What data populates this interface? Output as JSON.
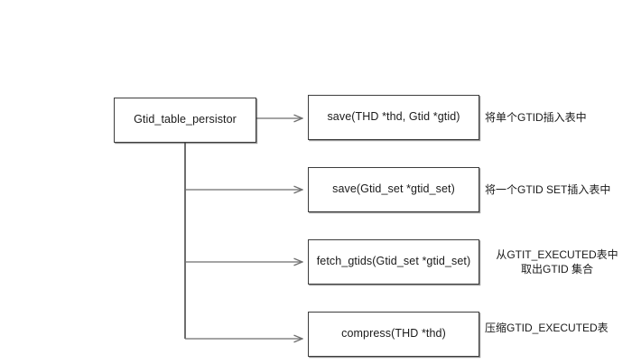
{
  "diagram": {
    "title_present": false,
    "background_color": "#ffffff",
    "edge_color": "#6e6e6e",
    "box_border_color": "#3d3d3d",
    "text_color": "#1a1a1a",
    "root": {
      "label": "Gtid_table_persistor"
    },
    "methods": [
      {
        "label": "save(THD *thd, Gtid *gtid)"
      },
      {
        "label": "save(Gtid_set *gtid_set)"
      },
      {
        "label": "fetch_gtids(Gtid_set *gtid_set)"
      },
      {
        "label": "compress(THD *thd)"
      }
    ],
    "notes": [
      {
        "text": "将单个GTID插入表中"
      },
      {
        "text": "将一个GTID SET插入表中"
      },
      {
        "text": "从GTIT_EXECUTED表中\n取出GTID 集合"
      },
      {
        "text": "压缩GTID_EXECUTED表"
      }
    ]
  }
}
